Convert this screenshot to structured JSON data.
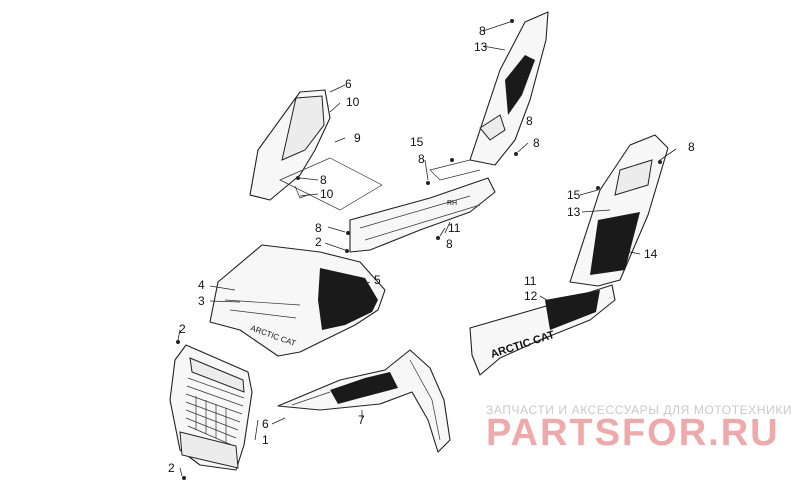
{
  "callouts": [
    "1",
    "2",
    "2",
    "2",
    "3",
    "4",
    "5",
    "6",
    "6",
    "7",
    "8",
    "8",
    "8",
    "8",
    "8",
    "8",
    "8",
    "8",
    "9",
    "10",
    "10",
    "11",
    "11",
    "12",
    "13",
    "13",
    "14",
    "15",
    "15"
  ],
  "watermark": {
    "tagline": "ЗАПЧАСТИ И АКСЕССУАРЫ ДЛЯ МОТОТЕХНИКИ",
    "logo": "PARTSFOR.RU",
    "color": "#f0a8a8"
  },
  "decals": {
    "front_panel": "ARCTIC CAT",
    "hood": "ARCTIC CAT"
  }
}
